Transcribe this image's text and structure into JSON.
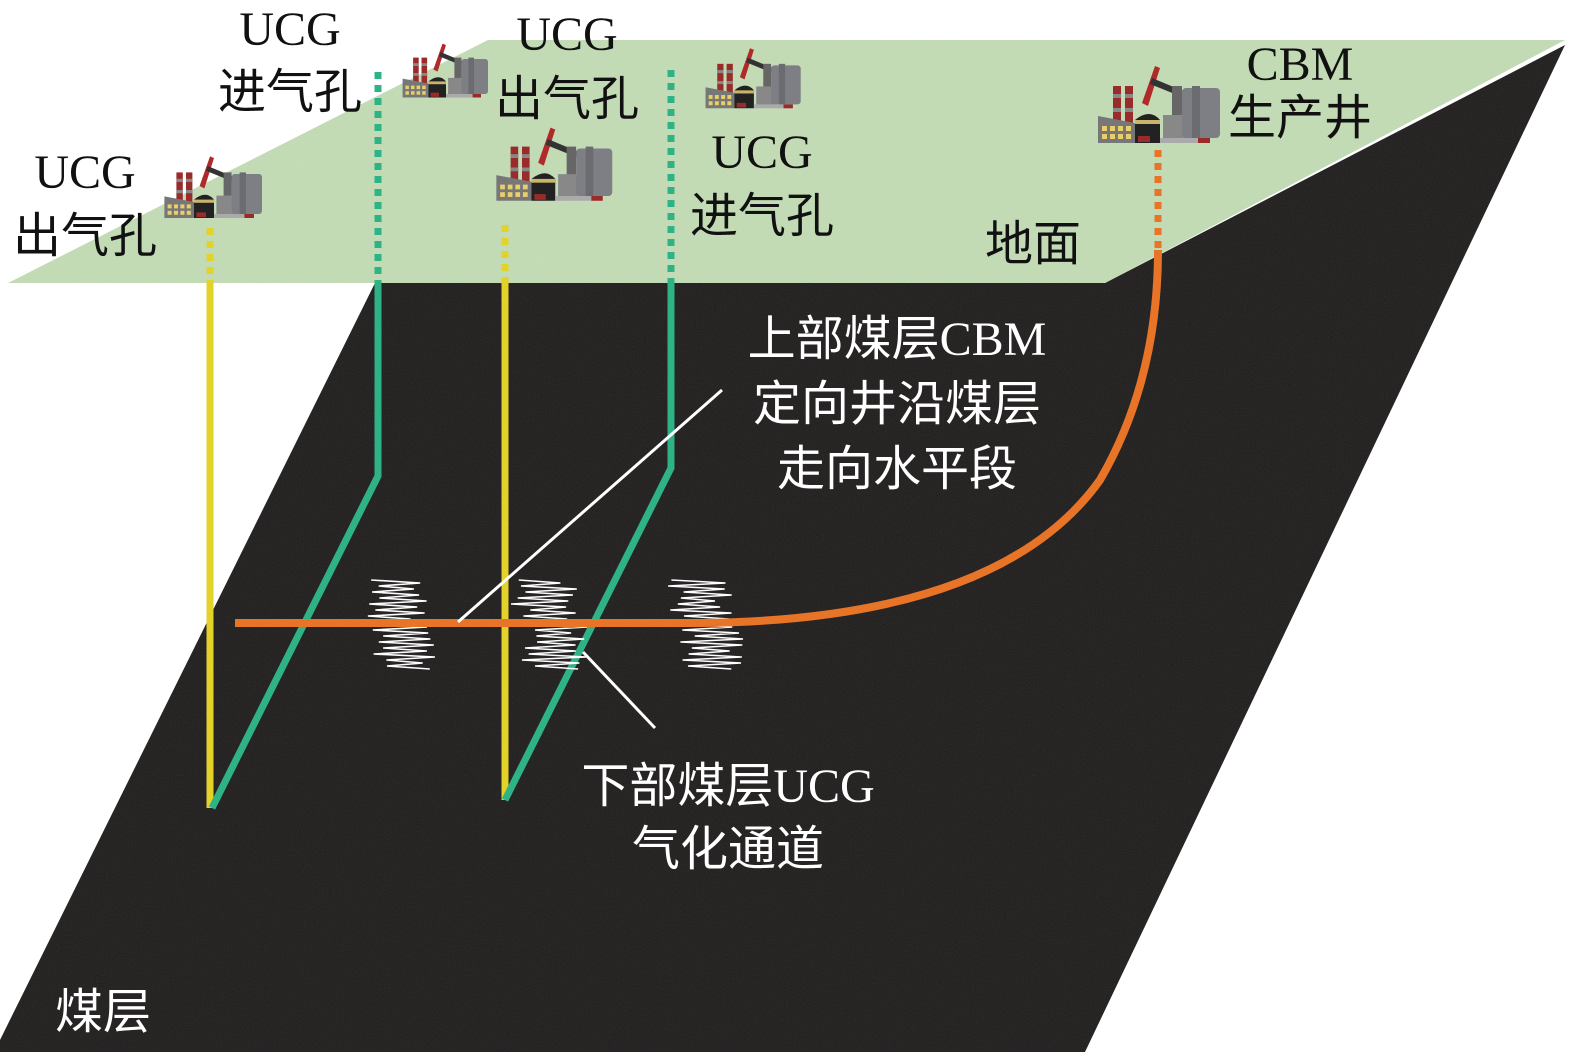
{
  "labels": {
    "ucg_out_left": [
      "UCG",
      "出气孔"
    ],
    "ucg_in_left": [
      "UCG",
      "进气孔"
    ],
    "ucg_out_mid": [
      "UCG",
      "出气孔"
    ],
    "ucg_in_right": [
      "UCG",
      "进气孔"
    ],
    "cbm_well": [
      "CBM",
      "生产井"
    ],
    "ground": "地面",
    "cbm_horizontal": [
      "上部煤层CBM",
      "定向井沿煤层",
      "走向水平段"
    ],
    "ucg_channel": [
      "下部煤层UCG",
      "气化通道"
    ],
    "coal_seam": "煤层"
  },
  "colors": {
    "ground": "#c3dcb5",
    "coal": "#1e1b1b",
    "ucg_outlet_well": "#e3d22a",
    "ucg_inlet_well": "#2fb386",
    "cbm_well": "#e87428",
    "fracture": "#ffffff"
  },
  "icons": [
    "factory-pumpjack-icon"
  ]
}
